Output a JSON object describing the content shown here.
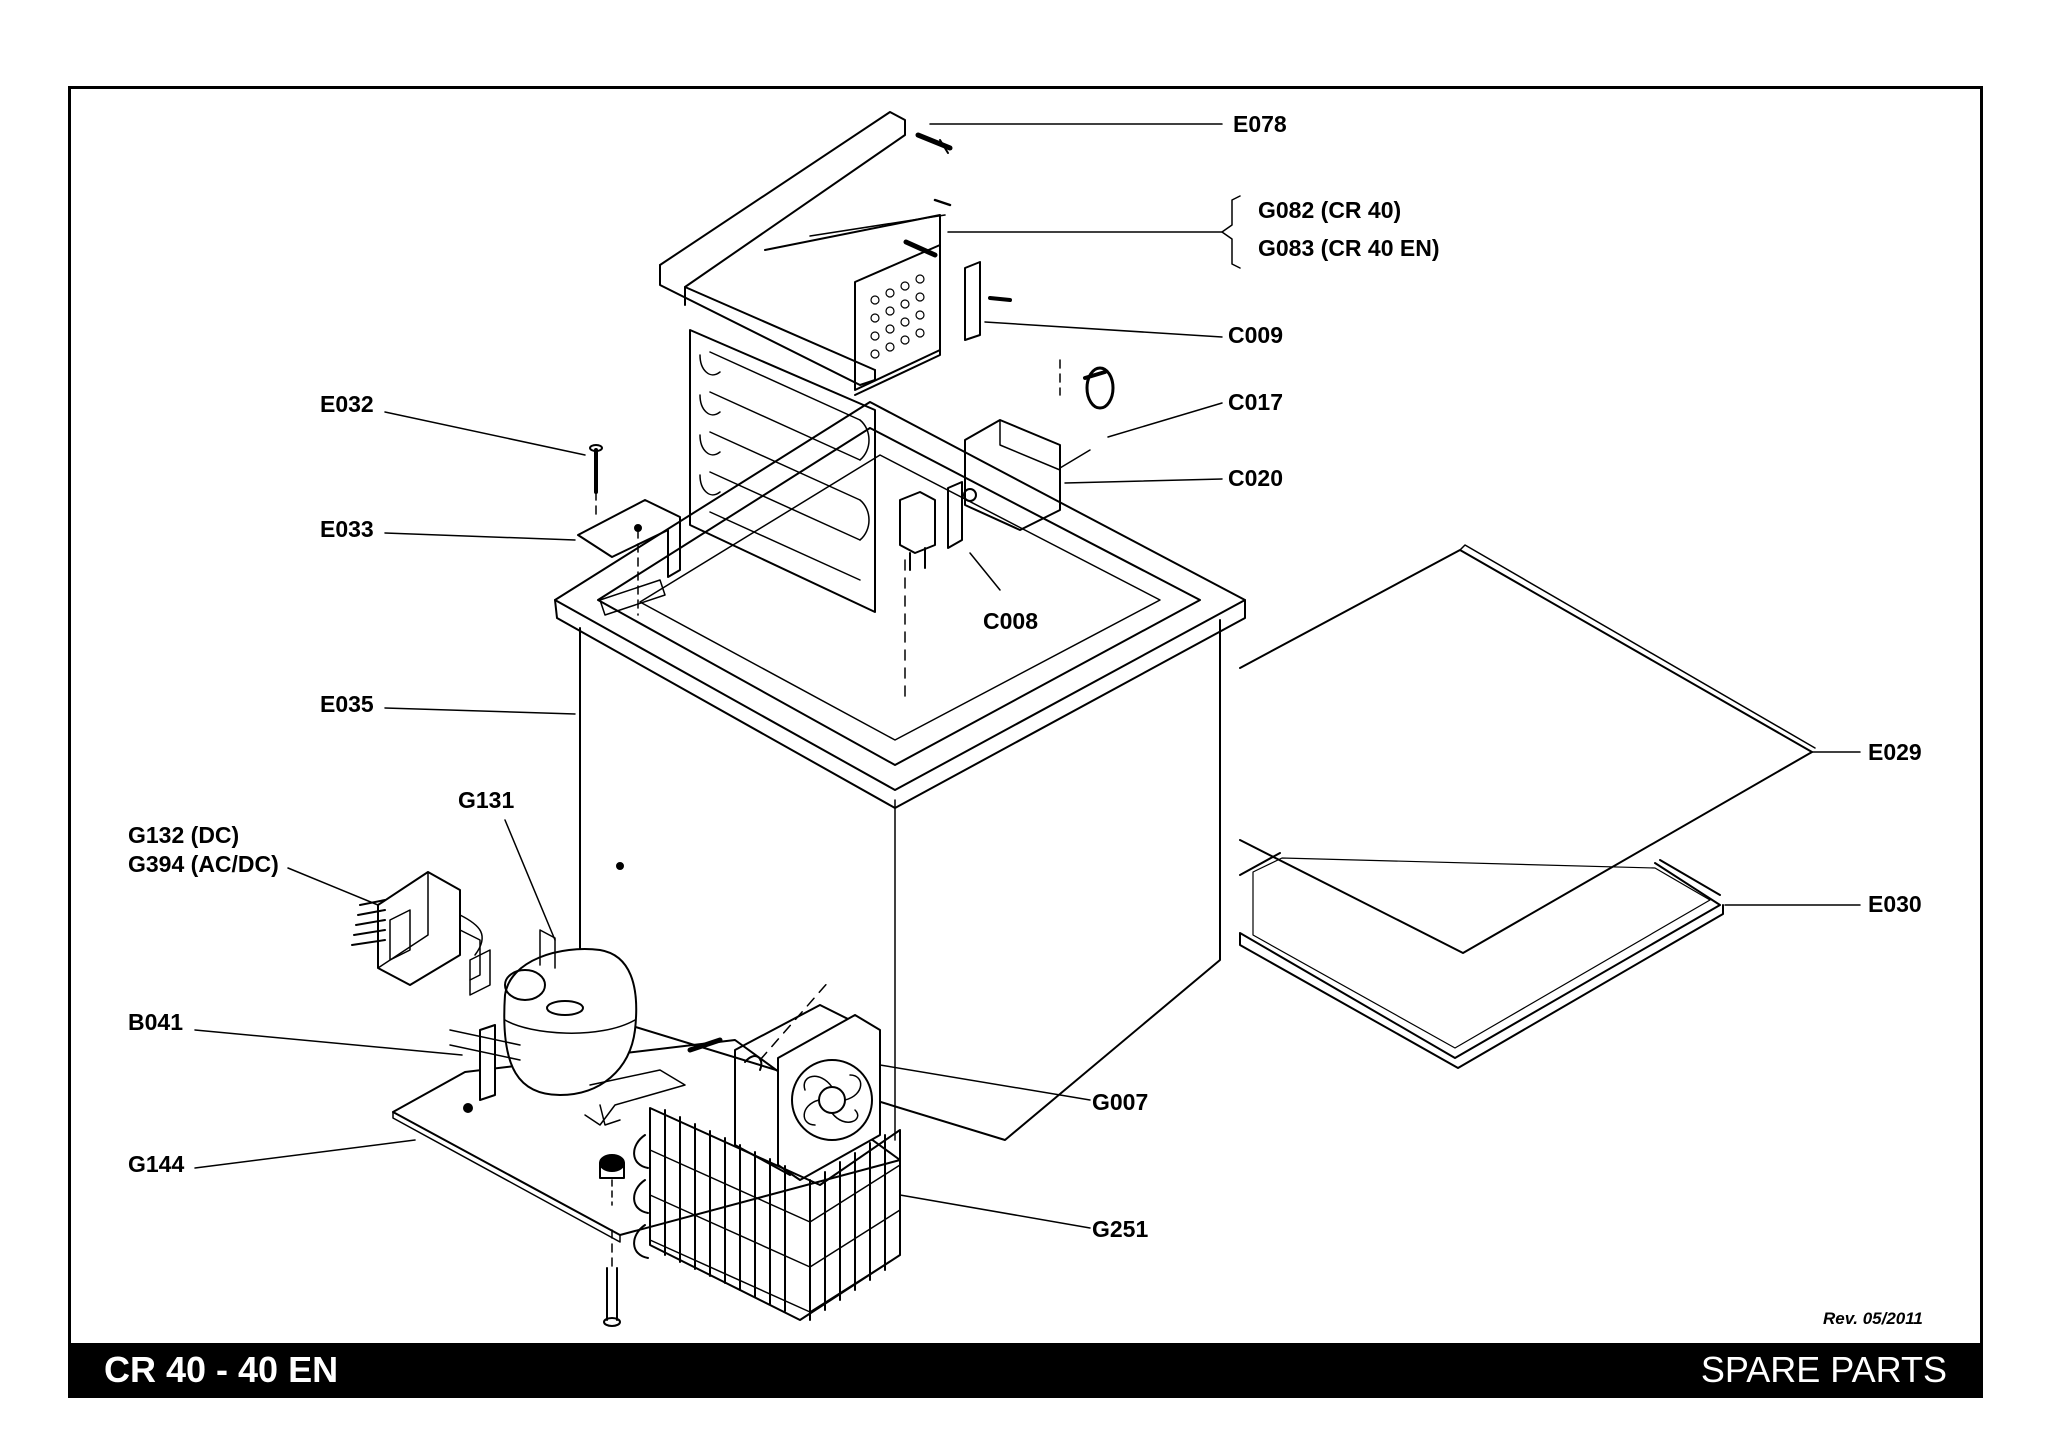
{
  "callouts": {
    "e078": "E078",
    "g082": "G082 (CR 40)",
    "g083": "G083 (CR 40 EN)",
    "c009": "C009",
    "c017": "C017",
    "c020": "C020",
    "c008": "C008",
    "e032": "E032",
    "e033": "E033",
    "e035": "E035",
    "e029": "E029",
    "e030": "E030",
    "g131": "G131",
    "g132": "G132 (DC)",
    "g394": "G394 (AC/DC)",
    "b041": "B041",
    "g144": "G144",
    "g007": "G007",
    "g251": "G251"
  },
  "revision": "Rev. 05/2011",
  "footer": {
    "model": "CR 40 - 40 EN",
    "section": "SPARE PARTS"
  }
}
